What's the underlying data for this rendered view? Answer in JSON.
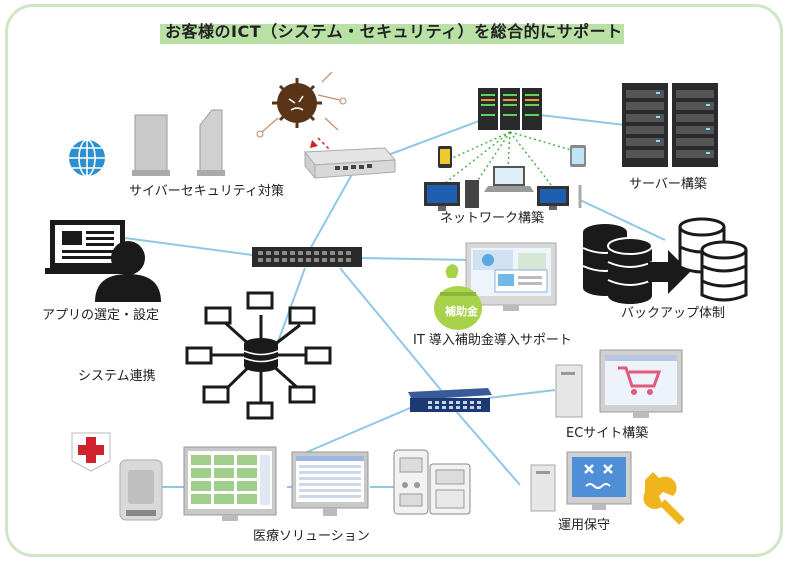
{
  "title": "お客様のICT（システム・セキュリティ）を総合的にサポート",
  "labels": {
    "cyber_security": "サイバーセキュリティ対策",
    "network": "ネットワーク構築",
    "server": "サーバー構築",
    "app_selection": "アプリの選定・設定",
    "backup": "バックアップ体制",
    "it_subsidy": "IT 導入補助金導入サポート",
    "system_integration": "システム連携",
    "ec_site": "ECサイト構築",
    "operation": "運用保守",
    "medical": "医療ソリューション"
  },
  "subsidy_badge": "補助金",
  "colors": {
    "title_band": "#b9e0a5",
    "label_band": "#f6c9d3",
    "frame": "#cfe6c4",
    "line": "#8ec8e6",
    "globe": "#2e8fd0",
    "switch_blue": "#1b3a73",
    "subsidy_green": "#a8d24a",
    "cross_red": "#d0222c",
    "wrench": "#f0b41c"
  },
  "icons": [
    "globe-icon",
    "server-tower-icon",
    "virus-icon",
    "router-icon",
    "server-rack-icon",
    "tablet-icon",
    "laptop-icon",
    "desktop-icon",
    "database-icon",
    "arrow-icon",
    "computer-user-icon",
    "network-switch-icon",
    "subsidy-bag-icon",
    "ec-cart-icon",
    "wrench-icon",
    "medical-cross-icon",
    "medical-device-icon",
    "hub-database-icon"
  ]
}
